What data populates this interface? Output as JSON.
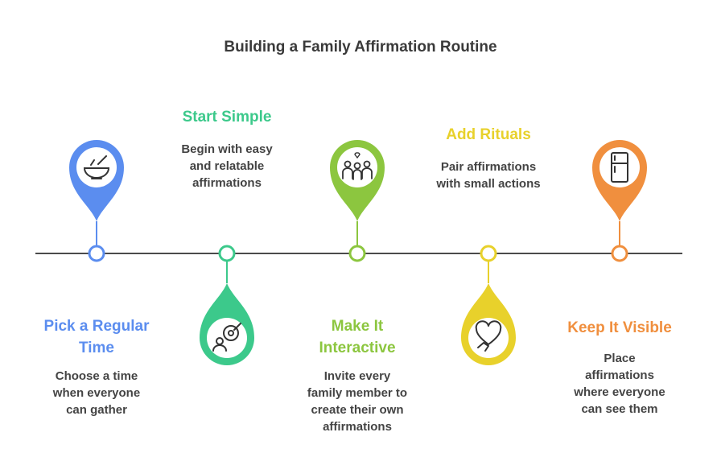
{
  "title": "Building a Family Affirmation Routine",
  "colors": {
    "line": "#4a4a4a",
    "step1": "#5b8def",
    "step2": "#3cc98b",
    "step3": "#8cc63f",
    "step4": "#e8d12b",
    "step5": "#f08f3e"
  },
  "steps": [
    {
      "title_lines": [
        "Pick a Regular",
        "Time"
      ],
      "desc_lines": [
        "Choose a time",
        "when everyone",
        "can gather"
      ],
      "icon": "bowl-icon",
      "color": "#5b8def",
      "position": "top"
    },
    {
      "title_lines": [
        "Start Simple"
      ],
      "desc_lines": [
        "Begin with easy",
        "and relatable",
        "affirmations"
      ],
      "icon": "target-person-icon",
      "color": "#3cc98b",
      "position": "bottom"
    },
    {
      "title_lines": [
        "Make It",
        "Interactive"
      ],
      "desc_lines": [
        "Invite every",
        "family member to",
        "create their own",
        "affirmations"
      ],
      "icon": "family-icon",
      "color": "#8cc63f",
      "position": "top"
    },
    {
      "title_lines": [
        "Add Rituals"
      ],
      "desc_lines": [
        "Pair affirmations",
        "with small actions"
      ],
      "icon": "heart-hand-icon",
      "color": "#e8d12b",
      "position": "bottom"
    },
    {
      "title_lines": [
        "Keep It Visible"
      ],
      "desc_lines": [
        "Place",
        "affirmations",
        "where everyone",
        "can see them"
      ],
      "icon": "fridge-icon",
      "color": "#f08f3e",
      "position": "top"
    }
  ]
}
